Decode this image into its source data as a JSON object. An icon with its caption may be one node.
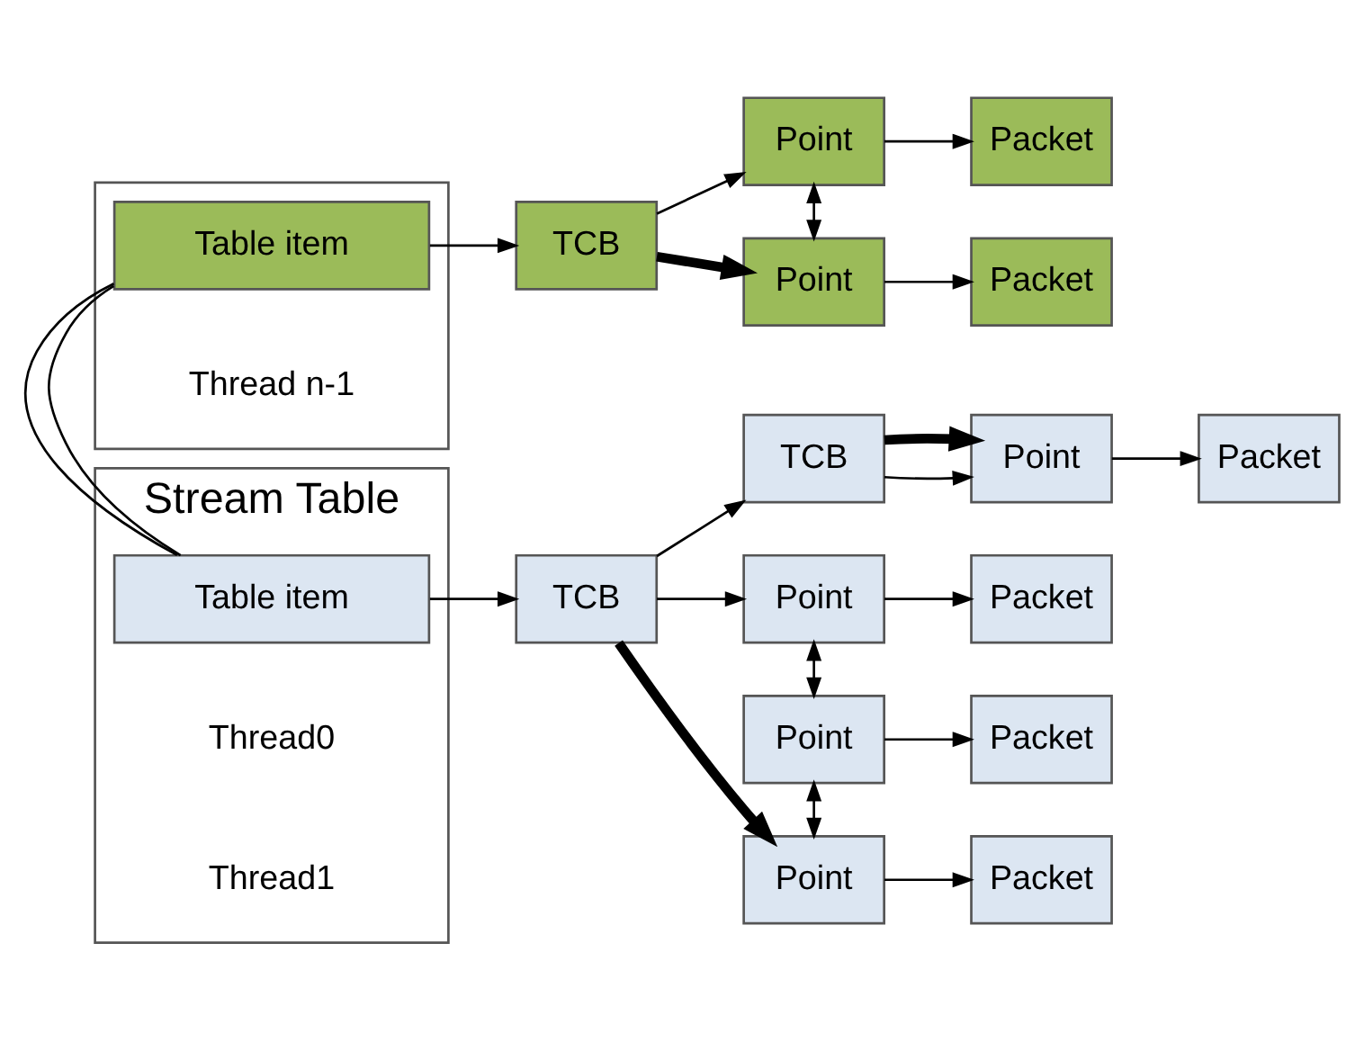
{
  "diagram": {
    "nodes": [
      {
        "text": [
          "Stream Table"
        ]
      },
      {
        "text": [
          "Table item"
        ],
        "in": 0,
        "beside": [
          "Thread0"
        ]
      },
      {
        "text": [],
        "shape": "box"
      },
      {
        "text": [
          "Table item"
        ],
        "in": 2,
        "beside": [
          "Thread n-1"
        ]
      },
      {
        "text": [
          "TCB"
        ]
      },
      {
        "text": [
          "TCB"
        ]
      },
      {
        "text": [
          "Point"
        ]
      },
      {
        "text": [
          "Packet"
        ]
      },
      {
        "text": [
          "Point"
        ]
      },
      {
        "text": [
          "Packet"
        ]
      },
      {
        "text": [
          "Point"
        ]
      },
      {
        "text": [
          "Packet"
        ]
      },
      {
        "text": [
          "Point"
        ]
      },
      {
        "text": [
          "Packet"
        ]
      },
      {
        "text": [
          "TCB"
        ]
      },
      {
        "text": [
          "Point"
        ]
      },
      {
        "text": [
          "Packet"
        ]
      },
      {
        "text": [
          "Point"
        ]
      },
      {
        "text": [
          "Packet"
        ]
      }
    ],
    "edges": [
      {
        "from": 1,
        "to": 4,
        "arrow": "to"
      },
      {
        "from": 4,
        "to": 5,
        "arrow": "to"
      },
      {
        "from": 4,
        "to": 6,
        "arrow": "to"
      },
      {
        "from": 4,
        "to": 10,
        "arrow": "to",
        "style": "thick"
      },
      {
        "from": 6,
        "to": 7,
        "arrow": "to"
      },
      {
        "from": 6,
        "to": 8,
        "arrow": "both"
      },
      {
        "from": 8,
        "to": 9,
        "arrow": "to"
      },
      {
        "from": 8,
        "to": 10,
        "arrow": "both"
      },
      {
        "from": 10,
        "to": 11,
        "arrow": "to"
      },
      {
        "from": 5,
        "to": 12,
        "arrow": "to"
      },
      {
        "from": 5,
        "to": 12,
        "arrow": "to",
        "style": "thick"
      },
      {
        "from": 12,
        "to": 13,
        "arrow": "to"
      },
      {
        "from": 0,
        "to": 2,
        "arrow": "none"
      },
      {
        "from": 3,
        "to": 14,
        "arrow": "to"
      },
      {
        "from": 14,
        "to": 15,
        "arrow": "to"
      },
      {
        "from": 14,
        "to": 17,
        "arrow": "to",
        "style": "thick"
      },
      {
        "from": 15,
        "to": 16,
        "arrow": "to"
      },
      {
        "from": 15,
        "to": 17,
        "arrow": "both"
      },
      {
        "from": 17,
        "to": 18,
        "arrow": "to"
      }
    ],
    "labels": [
      "Thread1"
    ]
  }
}
